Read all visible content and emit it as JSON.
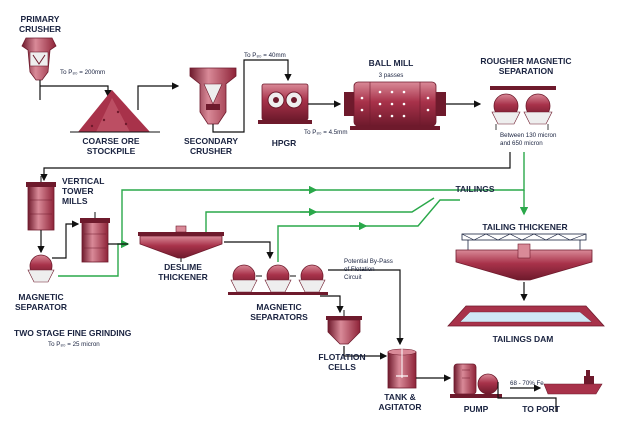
{
  "labels": {
    "primary_crusher": "PRIMARY\nCRUSHER",
    "coarse_ore_stockpile": "COARSE ORE\nSTOCKPILE",
    "secondary_crusher": "SECONDARY\nCRUSHER",
    "hpgr": "HPGR",
    "ball_mill": "BALL MILL",
    "rougher_magnetic_separation": "ROUGHER MAGNETIC\nSEPARATION",
    "vertical_tower_mills": "VERTICAL\nTOWER\nMILLS",
    "tailings": "TAILINGS",
    "tailing_thickener": "TAILING THICKENER",
    "deslime_thickener": "DESLIME\nTHICKENER",
    "magnetic_separator": "MAGNETIC\nSEPARATOR",
    "magnetic_separators": "MAGNETIC\nSEPARATORS",
    "flotation_cells": "FLOTATION\nCELLS",
    "tank_agitator": "TANK &\nAGITATOR",
    "pump": "PUMP",
    "to_port": "TO PORT",
    "tailings_dam": "TAILINGS DAM",
    "two_stage_fine_grinding": "TWO STAGE FINE GRINDING"
  },
  "notes": {
    "p80_200mm": "To P₈₀ = 200mm",
    "p80_40mm": "To P₈₀ = 40mm",
    "p80_4_5mm": "To P₈₀ = 4.5mm",
    "three_passes": "3 passes",
    "micron_range": "Between 130 micron\nand 650 micron",
    "bypass": "Potential By-Pass\nof Flotation\nCircuit",
    "p80_25micron": "To P₈₀ = 25 micron",
    "fe_grade": "68 - 70% Fe"
  },
  "colors": {
    "equipment": "#a8324a",
    "equipment_dark": "#6e1a2c",
    "equipment_light": "#d98a98",
    "flow": "#111111",
    "tailings_flow": "#2aa84a",
    "text": "#1a2340",
    "water": "#cfe8f6"
  }
}
